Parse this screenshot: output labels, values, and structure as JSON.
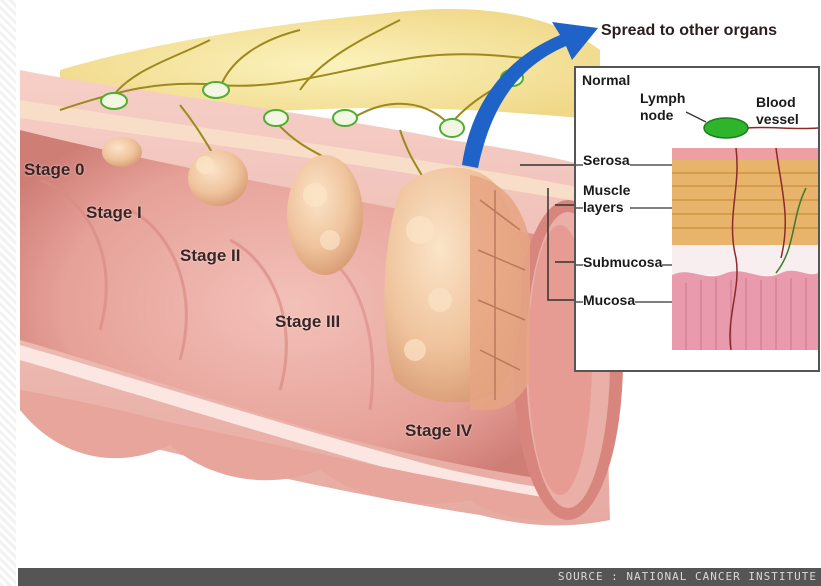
{
  "labels": {
    "spread": "Spread to other organs",
    "stage0": "Stage 0",
    "stage1": "Stage I",
    "stage2": "Stage II",
    "stage3": "Stage III",
    "stage4": "Stage IV"
  },
  "inset": {
    "title": "Normal",
    "lymph_node": "Lymph\nnode",
    "blood_vessel": "Blood\nvessel",
    "serosa": "Serosa",
    "muscle_layers": "Muscle\nlayers",
    "submucosa": "Submucosa",
    "mucosa": "Mucosa"
  },
  "footer": {
    "source": "SOURCE : NATIONAL CANCER INSTITUTE"
  },
  "colors": {
    "tissue": "#e9a9a0",
    "tissue_dark": "#c97a72",
    "tumor": "#f0c9a3",
    "fat": "#f3e08e",
    "vessel": "#a08a1e",
    "arrow": "#1f63c8",
    "node": "#29b52c"
  }
}
